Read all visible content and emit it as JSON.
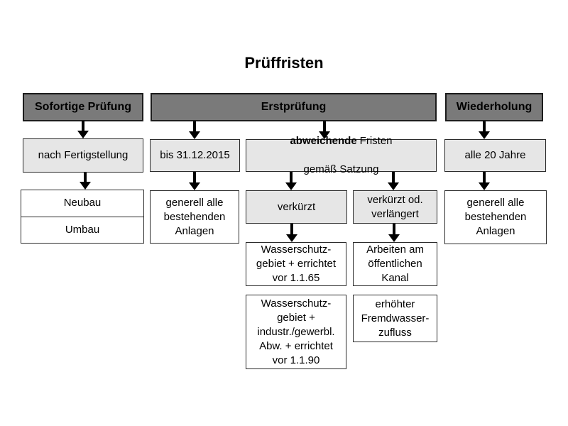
{
  "title": "Prüffristen",
  "colors": {
    "header_fill": "#7a7a7a",
    "decision_fill": "#e6e6e6",
    "leaf_fill": "#ffffff",
    "border": "#2b2b2b",
    "arrow": "#000000",
    "text": "#000000",
    "background": "#ffffff"
  },
  "columns": {
    "sofortige_pruefung": {
      "header": "Sofortige Prüfung",
      "timing": "nach Fertigstellung",
      "cases": [
        "Neubau",
        "Umbau"
      ]
    },
    "erstpruefung": {
      "header": "Erstprüfung",
      "deadline_branch": {
        "timing": "bis 31.12.2015",
        "scope": "generell alle\nbestehenden\nAnlagen"
      },
      "satzung_branch": {
        "timing_bold": "abweichende",
        "timing_rest": "Fristen",
        "timing_line2": "gemäß Satzung",
        "verkuerzt": {
          "label": "verkürzt",
          "case1": "Wasserschutz-\ngebiet + errichtet\nvor 1.1.65",
          "case2": "Wasserschutz-\ngebiet +\nindustr./gewerbl.\nAbw. + errichtet\nvor 1.1.90"
        },
        "verkuerzt_verlaengert": {
          "label": "verkürzt od.\nverlängert",
          "case1": "Arbeiten am\nöffentlichen\nKanal",
          "case2": "erhöhter\nFremdwasser-\nzufluss"
        }
      }
    },
    "wiederholung": {
      "header": "Wiederholung",
      "timing": "alle 20 Jahre",
      "scope": "generell alle\nbestehenden\nAnlagen"
    }
  }
}
